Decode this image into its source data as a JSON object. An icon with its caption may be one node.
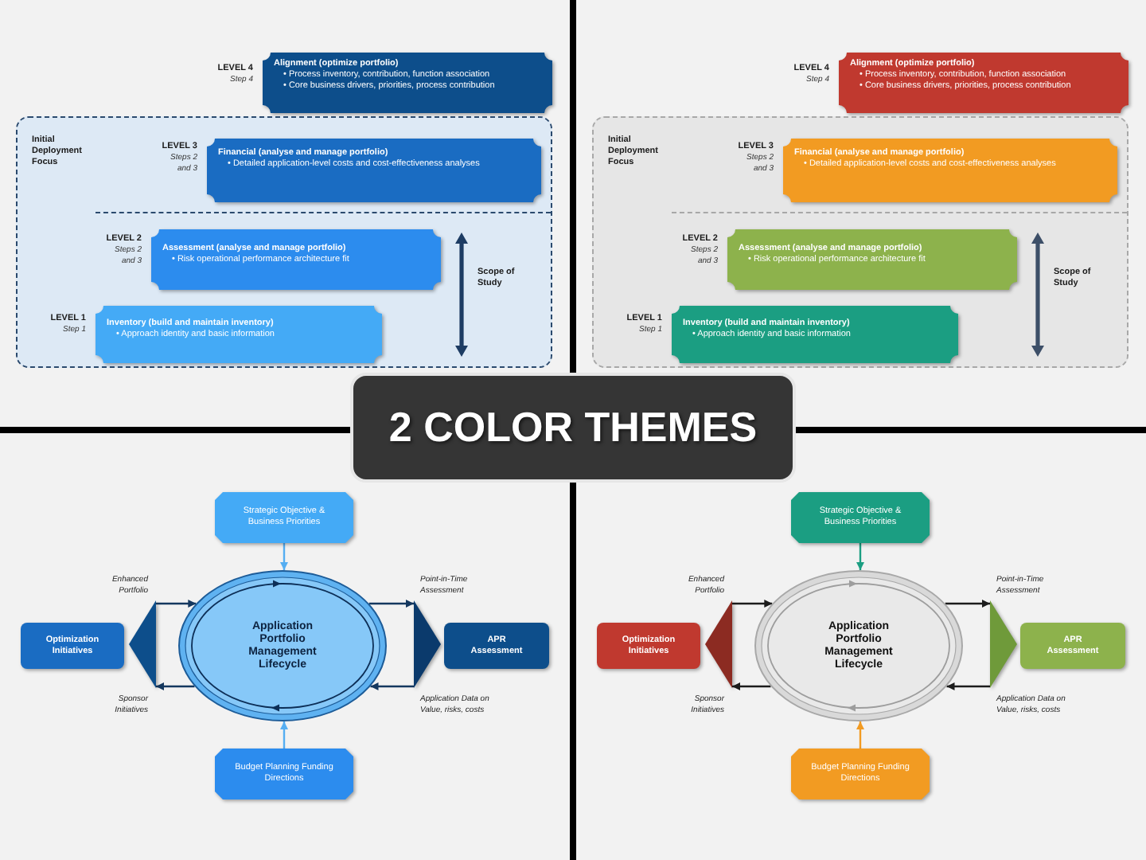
{
  "diagram": {
    "title": "2 COLOR THEMES",
    "nodes": [
      {
        "text": [
          "Alignment (optimize portfolio)",
          "• Process inventory, contribution, function association",
          "• Core business drivers, priorities, process contribution"
        ],
        "beside": [
          "LEVEL 4",
          "Step 4"
        ]
      },
      {
        "text": [
          "Initial Deployment Focus"
        ]
      },
      {
        "text": [
          "Financial (analyse and manage portfolio)",
          "• Detailed application-level costs and cost-effectiveness analyses"
        ],
        "beside": [
          "LEVEL 3",
          "Steps 2 and 3"
        ],
        "in": 1
      },
      {
        "text": [
          "Assessment (analyse and manage portfolio)",
          "• Risk operational performance architecture fit"
        ],
        "beside": [
          "LEVEL 2",
          "Steps 2 and 3"
        ],
        "in": 1
      },
      {
        "text": [
          "Inventory (build and maintain inventory)",
          "• Approach identity and basic information"
        ],
        "beside": [
          "LEVEL 1",
          "Step 1"
        ],
        "in": 1
      },
      {
        "text": [
          "Alignment (optimize portfolio)",
          "• Process inventory, contribution, function association",
          "• Core business drivers, priorities, process contribution"
        ],
        "beside": [
          "LEVEL 4",
          "Step 4"
        ]
      },
      {
        "text": [
          "Initial Deployment Focus"
        ]
      },
      {
        "text": [
          "Financial (analyse and manage portfolio)",
          "• Detailed application-level costs and cost-effectiveness analyses"
        ],
        "beside": [
          "LEVEL 3",
          "Steps 2 and 3"
        ],
        "in": 6
      },
      {
        "text": [
          "Assessment (analyse and manage portfolio)",
          "• Risk operational performance architecture fit"
        ],
        "beside": [
          "LEVEL 2",
          "Steps 2 and 3"
        ],
        "in": 6
      },
      {
        "text": [
          "Inventory (build and maintain inventory)",
          "• Approach identity and basic information"
        ],
        "beside": [
          "LEVEL 1",
          "Step 1"
        ],
        "in": 6
      },
      {
        "text": [
          "Strategic Objective & Business Priorities"
        ]
      },
      {
        "text": [
          "Optimization Initiatives"
        ]
      },
      {
        "text": [],
        "shape": "triangle"
      },
      {
        "text": [
          "Application Portfolio Management Lifecycle"
        ]
      },
      {
        "text": [],
        "shape": "triangle"
      },
      {
        "text": [
          "APR Assessment"
        ]
      },
      {
        "text": [
          "Budget Planning Funding Directions"
        ]
      },
      {
        "text": [
          "Strategic Objective & Business Priorities"
        ]
      },
      {
        "text": [
          "Optimization Initiatives"
        ]
      },
      {
        "text": [],
        "shape": "triangle"
      },
      {
        "text": [
          "Application Portfolio Management Lifecycle"
        ]
      },
      {
        "text": [],
        "shape": "triangle"
      },
      {
        "text": [
          "APR Assessment"
        ]
      },
      {
        "text": [
          "Budget Planning Funding Directions"
        ]
      }
    ],
    "edges": [
      {
        "from": 10,
        "to": 13,
        "arrow": "to",
        "color": "#55aef2"
      },
      {
        "from": 12,
        "to": 13,
        "arrow": "to",
        "label": "Enhanced Portfolio"
      },
      {
        "from": 13,
        "to": 12,
        "arrow": "to",
        "label": "Sponsor Initiatives"
      },
      {
        "from": 13,
        "to": 14,
        "arrow": "to",
        "label": "Point-in-Time Assessment"
      },
      {
        "from": 14,
        "to": 13,
        "arrow": "to",
        "label": "Application Data on Value, risks, costs"
      },
      {
        "from": 16,
        "to": 13,
        "arrow": "to",
        "color": "#55aef2"
      },
      {
        "from": 17,
        "to": 20,
        "arrow": "to",
        "color": "#1b9e82"
      },
      {
        "from": 19,
        "to": 20,
        "arrow": "to",
        "label": "Enhanced Portfolio"
      },
      {
        "from": 20,
        "to": 19,
        "arrow": "to",
        "label": "Sponsor Initiatives"
      },
      {
        "from": 20,
        "to": 21,
        "arrow": "to",
        "label": "Point-in-Time Assessment"
      },
      {
        "from": 21,
        "to": 20,
        "arrow": "to",
        "label": "Application Data on Value, risks, costs"
      },
      {
        "from": 23,
        "to": 20,
        "arrow": "to",
        "color": "#f29b22"
      }
    ],
    "labels": [
      "Scope of Study",
      "Scope of Study"
    ]
  }
}
